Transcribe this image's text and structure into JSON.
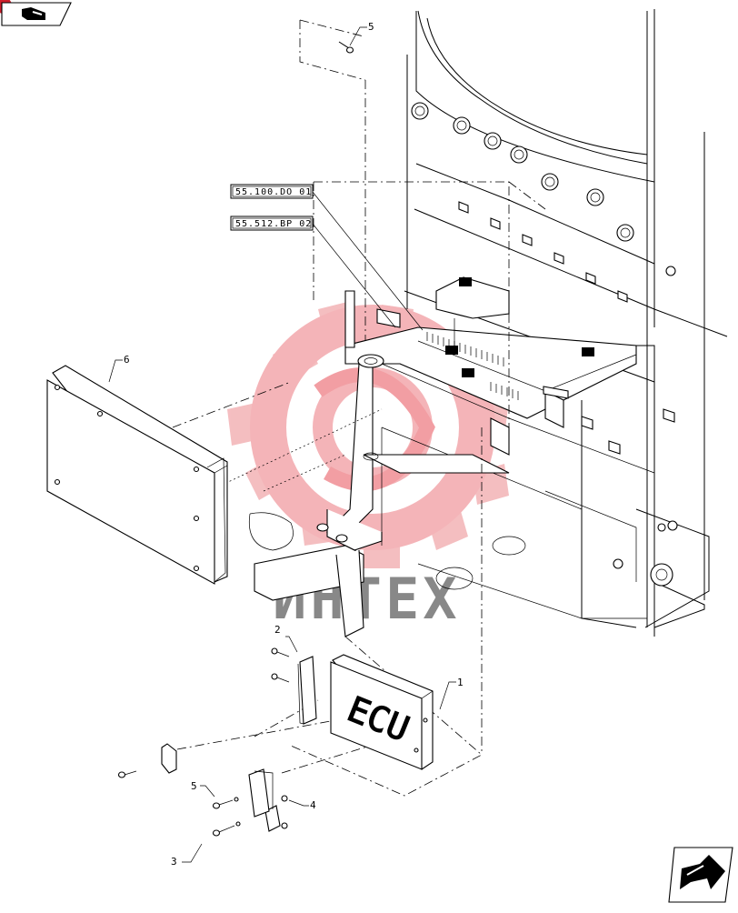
{
  "header": {
    "nav_icon": "back-arrow-icon"
  },
  "references": {
    "ref_1": "55.100.DO 01",
    "ref_2": "55.512.BP 02"
  },
  "callouts": {
    "c1": "1",
    "c2": "2",
    "c3": "3",
    "c4": "4",
    "c5_top": "5",
    "c5_low": "5",
    "c6": "6"
  },
  "ecu_label": "ECU",
  "watermark": {
    "text": "ИНТЕХ",
    "color": "#e8323c"
  },
  "footer": {
    "nav_icon": "forward-arrow-icon"
  }
}
